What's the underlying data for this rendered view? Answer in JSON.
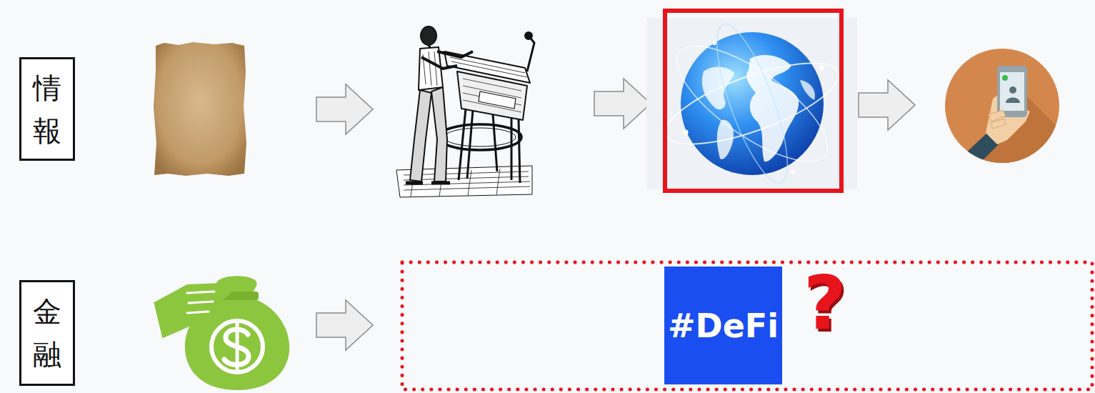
{
  "diagram": {
    "nodes": [
      {
        "text": [
          "情 報"
        ]
      },
      {
        "text": [
          "金 融"
        ]
      },
      {
        "text": [
          "#DeFi"
        ]
      }
    ],
    "labels": [
      "?"
    ]
  }
}
